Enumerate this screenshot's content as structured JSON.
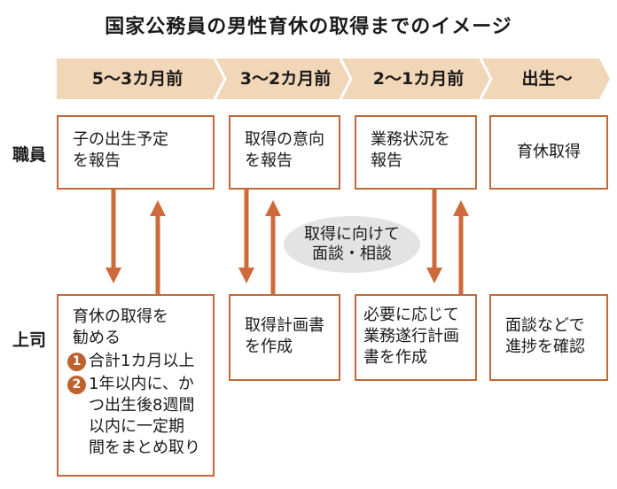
{
  "title": "国家公務員の男性育休の取得までのイメージ",
  "colors": {
    "timeline": "#f2d6b8",
    "box_border": "#c06a3a",
    "arrow": "#cf6a3b",
    "bubble": "#e3e3e3",
    "number_badge": "#c0612c"
  },
  "timeline": [
    "5〜3カ月前",
    "3〜2カ月前",
    "2〜1カ月前",
    "出生〜"
  ],
  "rows": {
    "staff": "職員",
    "boss": "上司"
  },
  "staff": [
    "子の出生予定\nを報告",
    "取得の意向\nを報告",
    "業務状況を\n報告",
    "育休取得"
  ],
  "boss": {
    "col1_head": "育休の取得を\n勧める",
    "col1_items": [
      {
        "num": "1",
        "text": "合計1カ月以上"
      },
      {
        "num": "2",
        "text": "1年以内に、か\nつ出生後8週間\n以内に一定期\n間をまとめ取り"
      }
    ],
    "col2": "取得計画書\nを作成",
    "col3": "必要に応じて\n業務遂行計画\n書を作成",
    "col4": "面談などで\n進捗を確認"
  },
  "bubble": "取得に向けて\n面談・相談"
}
